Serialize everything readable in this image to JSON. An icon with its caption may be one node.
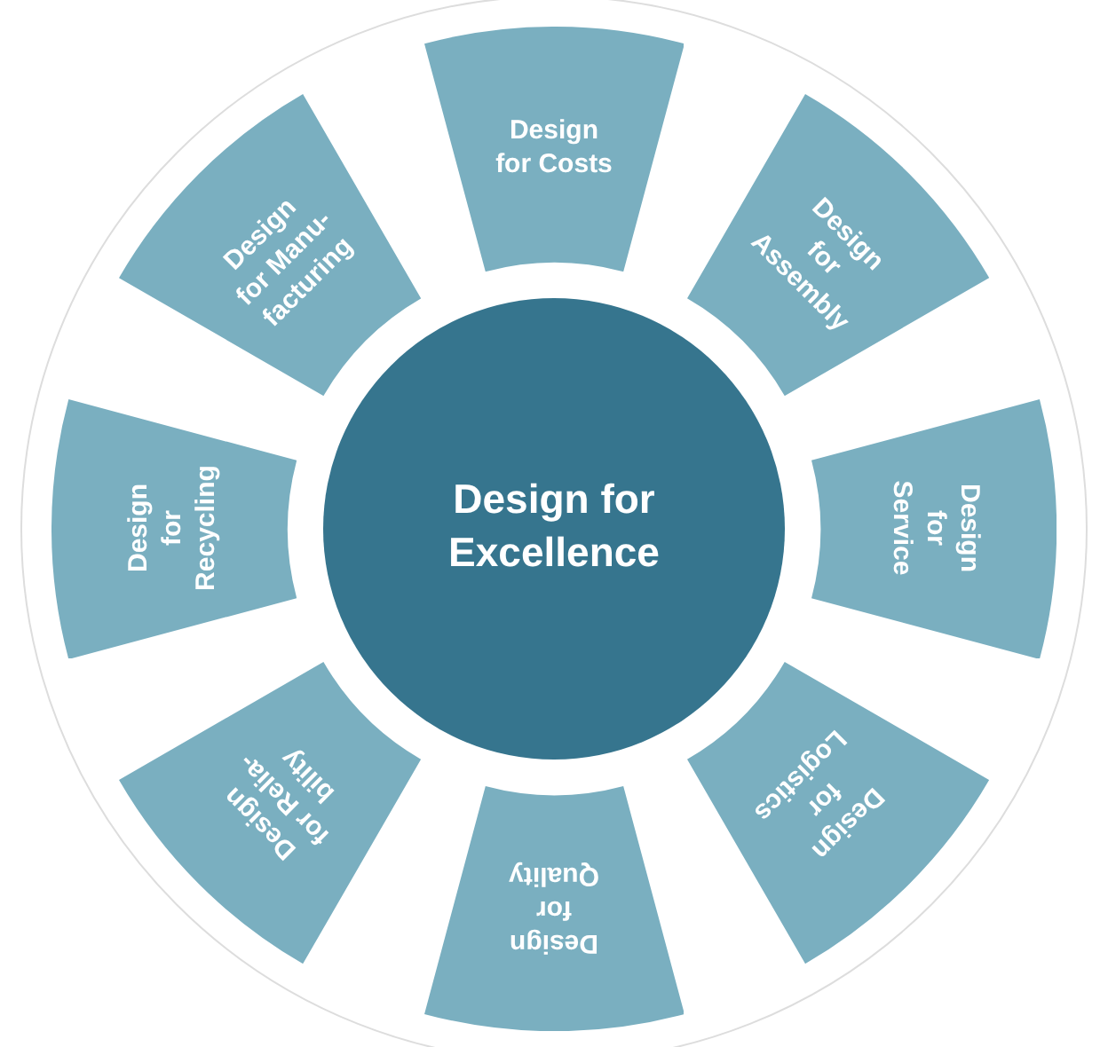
{
  "diagram": {
    "nodes": [
      {
        "text": [
          "Design for Excellence"
        ]
      },
      {
        "text": [
          "Design for Costs"
        ]
      },
      {
        "text": [
          "Design for Assembly"
        ]
      },
      {
        "text": [
          "Design for Service"
        ]
      },
      {
        "text": [
          "Design for Logistics"
        ]
      },
      {
        "text": [
          "Design for Quality"
        ]
      },
      {
        "text": [
          "Design for Relia-bility"
        ]
      },
      {
        "text": [
          "Design for Recycling"
        ]
      },
      {
        "text": [
          "Design for Manu-facturing"
        ]
      }
    ]
  }
}
